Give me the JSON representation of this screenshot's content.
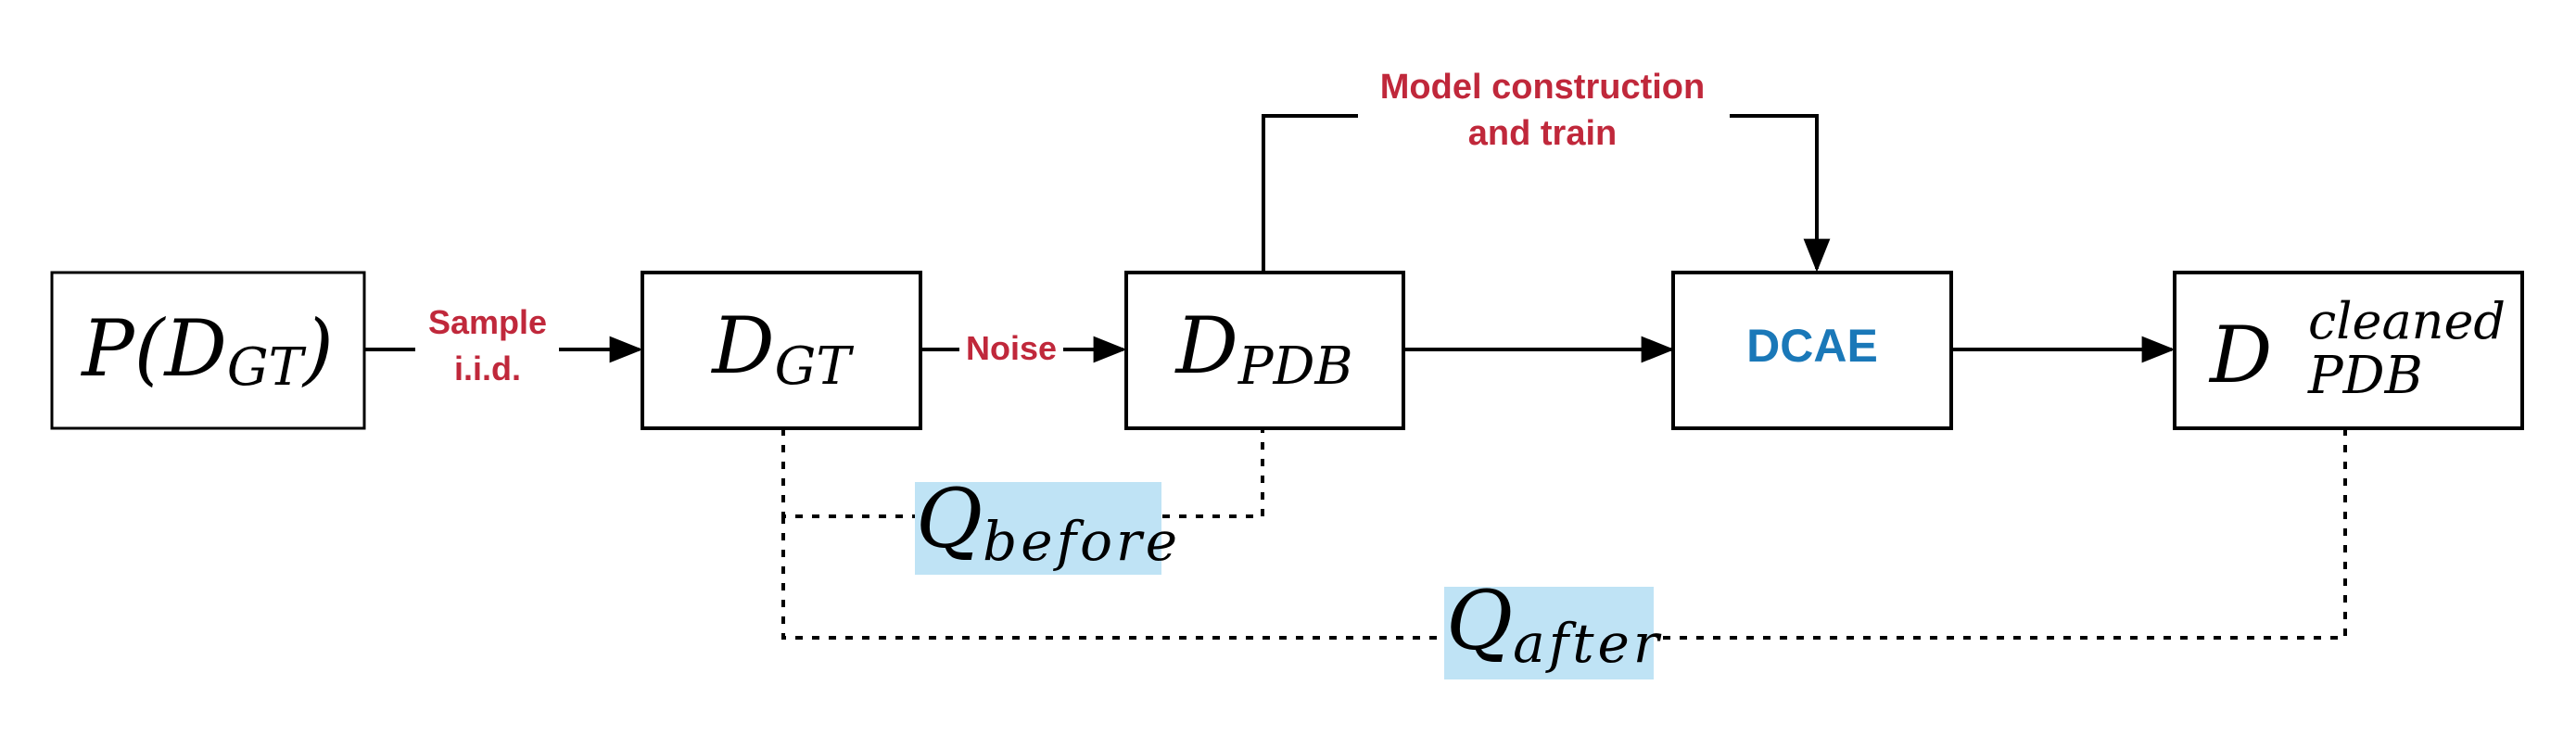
{
  "colors": {
    "stroke": "#000000",
    "label_red": "#c0283b",
    "dcae_blue": "#1a78b8",
    "highlight": "#bfe3f5"
  },
  "nodes": {
    "p_dgt": {
      "main": "P(",
      "script": "D",
      "sub": "GT",
      "close": ")"
    },
    "dgt": {
      "script": "D",
      "sub": "GT"
    },
    "dpdb": {
      "script": "D",
      "sub": "PDB"
    },
    "dcae": {
      "label": "DCAE"
    },
    "dpdb_cleaned": {
      "script": "D",
      "sub": "PDB",
      "sup": "cleaned"
    }
  },
  "edge_labels": {
    "sample_line1": "Sample",
    "sample_line2": "i.i.d.",
    "noise": "Noise",
    "model_line1": "Model construction",
    "model_line2": "and train"
  },
  "metrics": {
    "q_before": {
      "main": "Q",
      "sub": "before"
    },
    "q_after": {
      "main": "Q",
      "sub": "after"
    }
  }
}
